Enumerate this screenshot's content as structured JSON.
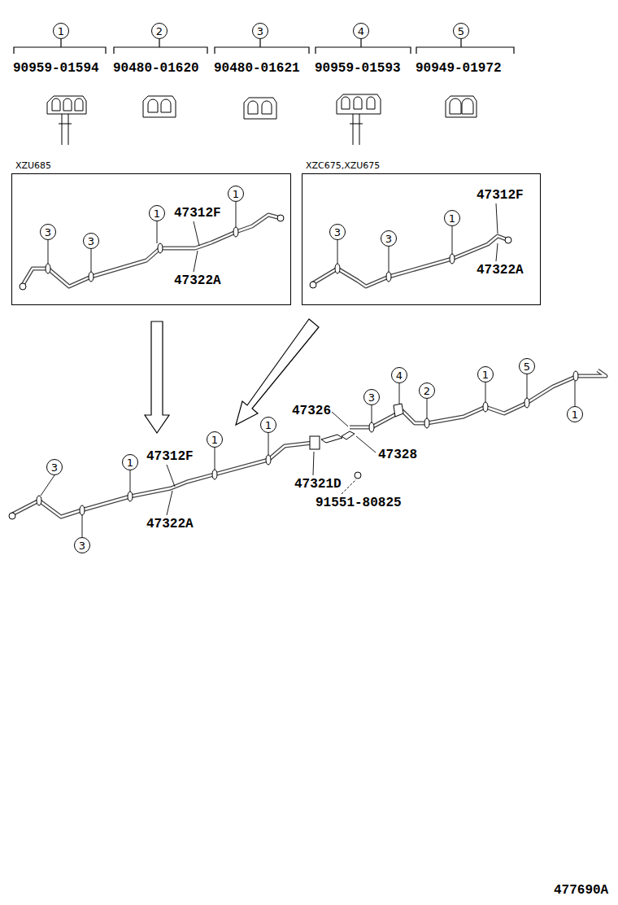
{
  "diagram": {
    "nodes": [
      {
        "text": [
          "1"
        ]
      },
      {
        "text": [
          "2"
        ]
      },
      {
        "text": [
          "3"
        ]
      },
      {
        "text": [
          "4"
        ]
      },
      {
        "text": [
          "5"
        ]
      },
      {
        "text": [
          "XZU685"
        ]
      },
      {
        "text": [
          "3"
        ],
        "in": 5
      },
      {
        "text": [
          "3"
        ],
        "in": 5
      },
      {
        "text": [
          "1"
        ],
        "in": 5
      },
      {
        "text": [
          "1"
        ],
        "in": 5
      },
      {
        "text": [
          "XZC675,XZU675"
        ]
      },
      {
        "text": [
          "3"
        ],
        "in": 10
      },
      {
        "text": [
          "3"
        ],
        "in": 10
      },
      {
        "text": [
          "1"
        ],
        "in": 10
      },
      {
        "text": [
          "3"
        ]
      },
      {
        "text": [
          "3"
        ]
      },
      {
        "text": [
          "1"
        ]
      },
      {
        "text": [
          "1"
        ]
      },
      {
        "text": [
          "1"
        ]
      },
      {
        "text": [
          "3"
        ]
      },
      {
        "text": [
          "4"
        ]
      },
      {
        "text": [
          "2"
        ]
      },
      {
        "text": [
          "1"
        ]
      },
      {
        "text": [
          "5"
        ]
      },
      {
        "text": [
          "1"
        ]
      }
    ],
    "labels": [
      "90959-01594",
      "90480-01620",
      "90480-01621",
      "90959-01593",
      "90949-01972",
      "47312F",
      "47322A",
      "47312F",
      "47322A",
      "47312F",
      "47322A",
      "47326",
      "47328",
      "47321D",
      "91551-80825",
      "477690A"
    ]
  }
}
